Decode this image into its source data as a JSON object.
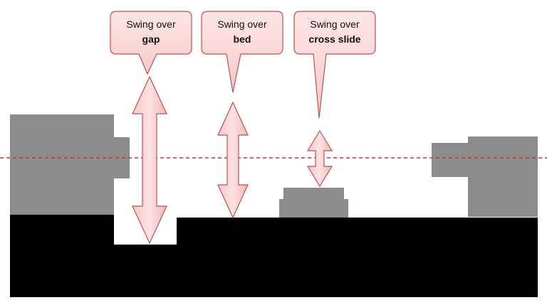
{
  "callouts": [
    {
      "line1": "Swing over",
      "line2": "gap"
    },
    {
      "line1": "Swing over",
      "line2": "bed"
    },
    {
      "line1": "Swing over",
      "line2": "cross slide"
    }
  ],
  "colors": {
    "machine_gray": "#8c8c8c",
    "bed": "#000000",
    "centerline": "#cc3333",
    "arrow_fill": "#f4c2c2",
    "arrow_stroke": "#c0504d",
    "callout_fill": "#f8d4d4",
    "callout_stroke": "#c0504d"
  }
}
